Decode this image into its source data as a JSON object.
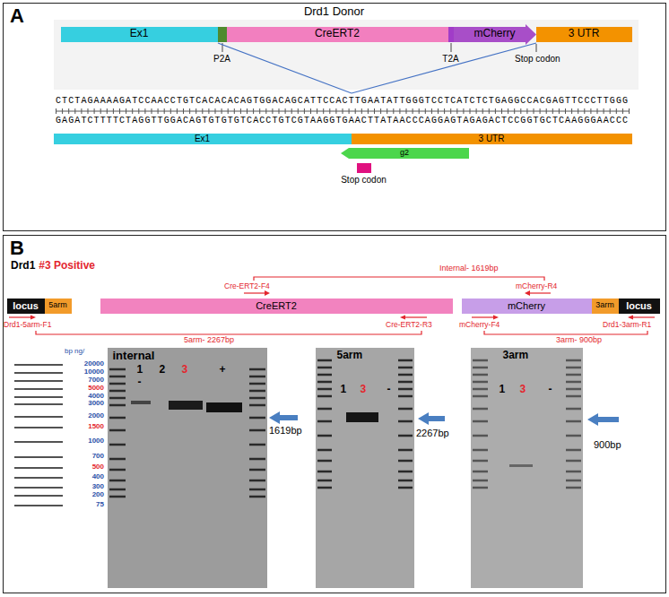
{
  "diagram": {
    "nodes": [
      {
        "text": [
          "A",
          "Drd1 Donor"
        ]
      },
      {
        "text": [
          "Ex1"
        ],
        "in": 0
      },
      {
        "text": [
          "P2A"
        ],
        "in": 0
      },
      {
        "text": [
          "CreERT2"
        ],
        "in": 0
      },
      {
        "text": [
          "T2A"
        ],
        "in": 0
      },
      {
        "text": [
          "mCherry"
        ],
        "in": 0
      },
      {
        "text": [
          "3 UTR"
        ],
        "in": 0
      },
      {
        "text": [
          "Ex1"
        ],
        "in": 0
      },
      {
        "text": [
          "3 UTR"
        ],
        "in": 0
      },
      {
        "text": [
          "g2"
        ],
        "in": 0
      },
      {
        "text": [
          "Stop codon"
        ],
        "in": 0
      },
      {
        "text": [
          "B",
          "Drd1",
          "#3 Positive"
        ]
      },
      {
        "text": [
          "locus"
        ],
        "in": 11
      },
      {
        "text": [
          "5arm"
        ],
        "in": 11
      },
      {
        "text": [
          "CreERT2"
        ],
        "in": 11
      },
      {
        "text": [
          "mCherry"
        ],
        "in": 11
      },
      {
        "text": [
          "3arm"
        ],
        "in": 11
      },
      {
        "text": [
          "locus"
        ],
        "in": 11
      },
      {
        "text": [
          "internal",
          "1",
          "2",
          "3",
          "+",
          "-"
        ],
        "in": 11
      },
      {
        "text": [
          "5arm",
          "1",
          "3",
          "-"
        ],
        "in": 11
      },
      {
        "text": [
          "3arm",
          "1",
          "3",
          "-"
        ],
        "in": 11
      }
    ],
    "labels": [
      "Stop codon",
      "CTCTAGAAAAGATCCAACCTGTCACACACAGTGGACAGCATTCCACTTGAATATTGGGTCCTCATCTCTGAGGCCACGAGTTCCCTTGGG",
      "GAGATCTTTTCTAGGTTGGACAGTGTGTGTCACCTGTCGTAAGGTGAACTTATAACCCAGGAGTAGAGACTCCGGTGCTCAAGGGAACCC",
      "Internal- 1619bp",
      "Cre-ERT2-F4",
      "mCherry-R4",
      "Drd1-5arm-F1",
      "Cre-ERT2-R3",
      "5arm- 2267bp",
      "mCherry-F4",
      "Drd1-3arm-R1",
      "3arm- 900bp",
      "bp ng/",
      "20000",
      "10000",
      "7000",
      "5000",
      "4000",
      "3000",
      "2000",
      "1500",
      "1000",
      "700",
      "500",
      "400",
      "300",
      "200",
      "75",
      "1619bp",
      "2267bp",
      "900bp"
    ]
  }
}
